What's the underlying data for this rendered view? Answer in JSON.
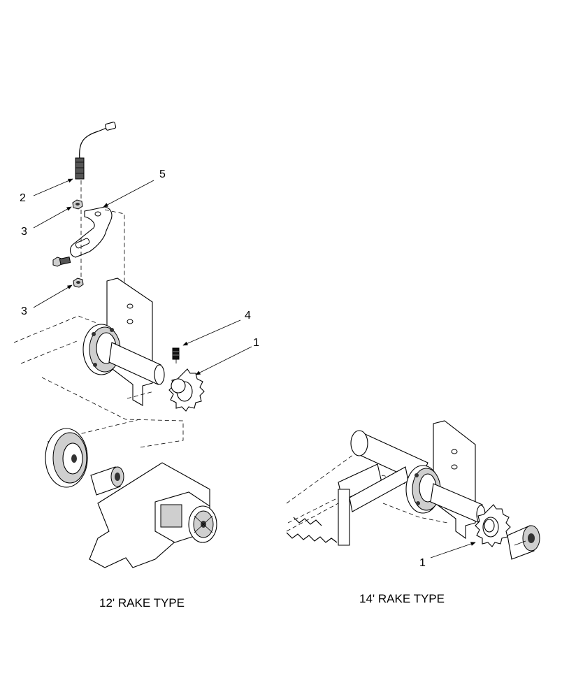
{
  "callouts": {
    "c1_a": "1",
    "c1_b": "1",
    "c2": "2",
    "c3_a": "3",
    "c3_b": "3",
    "c4": "4",
    "c5": "5"
  },
  "captions": {
    "left": "12' RAKE TYPE",
    "right": "14' RAKE TYPE"
  }
}
